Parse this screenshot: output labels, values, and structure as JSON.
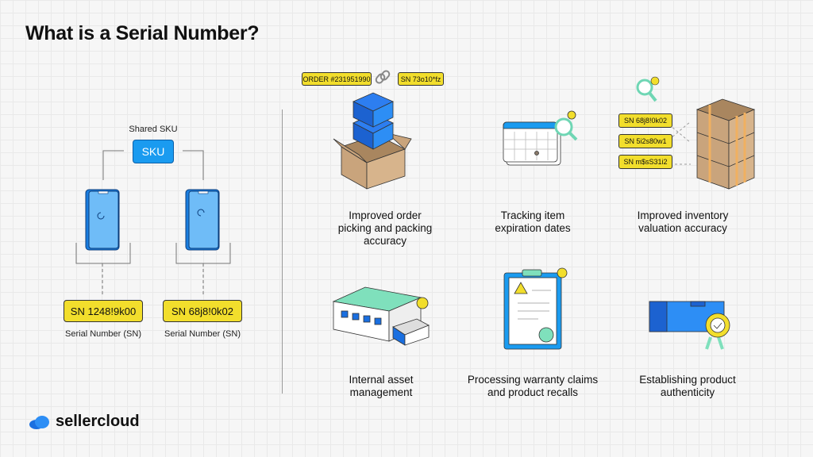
{
  "title": "What is a Serial Number?",
  "left_diagram": {
    "shared_label": "Shared SKU",
    "sku_label": "SKU",
    "serials": [
      {
        "value": "SN 1248!9k00",
        "caption": "Serial Number (SN)"
      },
      {
        "value": "SN 68j8!0k02",
        "caption": "Serial Number (SN)"
      }
    ]
  },
  "order_tag": "ORDER #231951990",
  "order_sn_tag": "SN 73o10*fz",
  "inventory_tags": [
    "SN 68j8!0k02",
    "SN 5i2s80w1",
    "SN m$sS31i2"
  ],
  "benefits": [
    {
      "line1": "Improved order",
      "line2": "picking and packing",
      "line3": "accuracy"
    },
    {
      "line1": "Tracking item",
      "line2": "expiration dates"
    },
    {
      "line1": "Improved inventory",
      "line2": "valuation accuracy"
    },
    {
      "line1": "Internal asset",
      "line2": "management"
    },
    {
      "line1": "Processing warranty claims",
      "line2": "and product recalls"
    },
    {
      "line1": "Establishing product",
      "line2": "authenticity"
    }
  ],
  "brand": "sellercloud",
  "colors": {
    "yellow": "#f2de2c",
    "blue": "#1a9bf0",
    "light_blue": "#6fbcf7",
    "cardboard": "#c9a47c",
    "teal": "#6fd6b4"
  }
}
